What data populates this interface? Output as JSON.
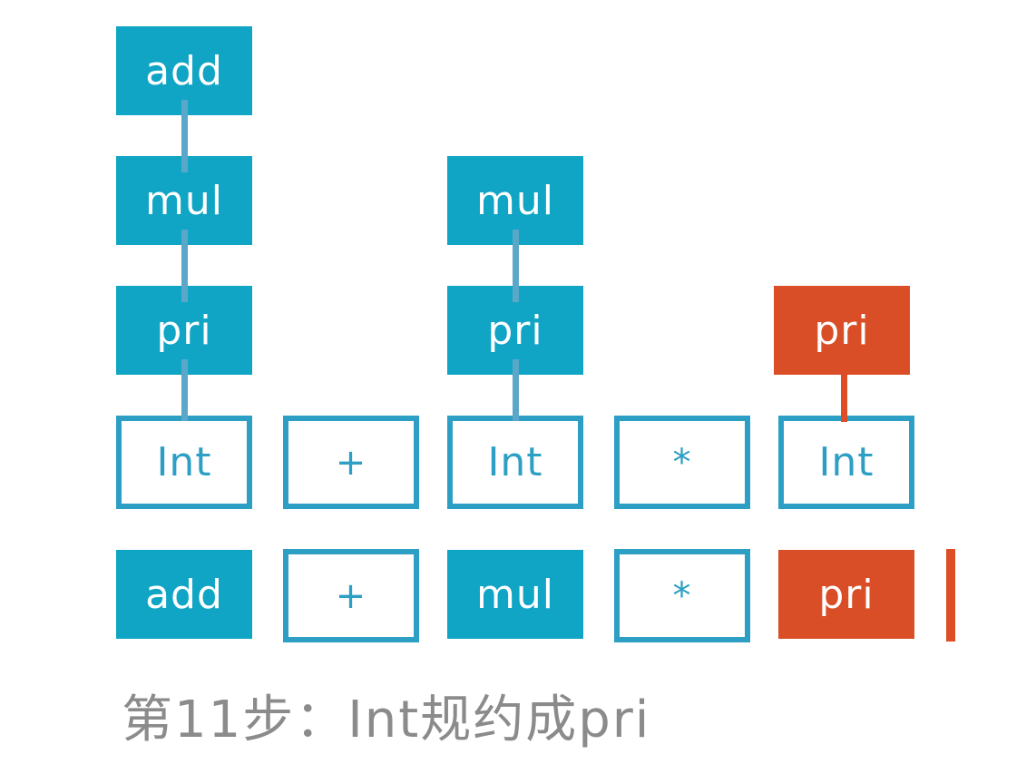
{
  "caption": {
    "text": "第11步：Int规约成pri"
  },
  "colors": {
    "teal_fill": "#10a5c5",
    "teal_border": "#2d9fc4",
    "orange_fill": "#d94e26",
    "line_blue": "#5ba7c9",
    "line_orange": "#dd4e26",
    "caption_gray": "#8b8b8b",
    "node_text_white": "#ffffff"
  },
  "tree": {
    "left_branch": [
      {
        "label": "add"
      },
      {
        "label": "mul"
      },
      {
        "label": "pri"
      }
    ],
    "middle_branch": [
      {
        "label": "mul"
      },
      {
        "label": "pri"
      }
    ],
    "right_branch": [
      {
        "label": "pri",
        "highlighted": true
      }
    ]
  },
  "token_row": [
    {
      "label": "Int"
    },
    {
      "label": "+"
    },
    {
      "label": "Int"
    },
    {
      "label": "*"
    },
    {
      "label": "Int"
    }
  ],
  "symbol_row": [
    {
      "label": "add",
      "kind": "filled"
    },
    {
      "label": "+",
      "kind": "outline"
    },
    {
      "label": "mul",
      "kind": "filled"
    },
    {
      "label": "*",
      "kind": "outline"
    },
    {
      "label": "pri",
      "kind": "highlighted"
    }
  ]
}
